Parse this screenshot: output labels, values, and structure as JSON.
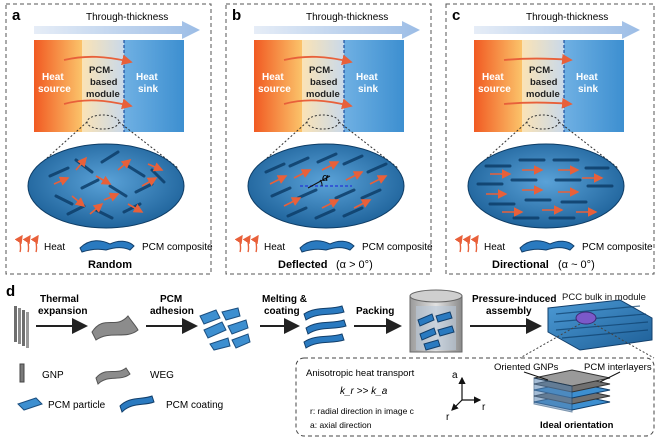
{
  "panels": [
    {
      "letter": "a",
      "arrow_label": "Through-thickness",
      "source": [
        "Heat",
        "source"
      ],
      "module": [
        "PCM-",
        "based",
        "module"
      ],
      "sink": [
        "Heat",
        "sink"
      ],
      "legend_heat": "Heat",
      "legend_pcm": "PCM composite",
      "caption": "Random",
      "caption_angle": ""
    },
    {
      "letter": "b",
      "arrow_label": "Through-thickness",
      "source": [
        "Heat",
        "source"
      ],
      "module": [
        "PCM-",
        "based",
        "module"
      ],
      "sink": [
        "Heat",
        "sink"
      ],
      "legend_heat": "Heat",
      "legend_pcm": "PCM composite",
      "caption": "Deflected",
      "caption_angle": "(α > 0°)",
      "alpha_symbol": "α"
    },
    {
      "letter": "c",
      "arrow_label": "Through-thickness",
      "source": [
        "Heat",
        "source"
      ],
      "module": [
        "PCM-",
        "based",
        "module"
      ],
      "sink": [
        "Heat",
        "sink"
      ],
      "legend_heat": "Heat",
      "legend_pcm": "PCM composite",
      "caption": "Directional",
      "caption_angle": "(α ~ 0°)"
    }
  ],
  "process": {
    "letter": "d",
    "steps": [
      [
        "Thermal",
        "expansion"
      ],
      [
        "PCM",
        "adhesion"
      ],
      [
        "Melting &",
        "coating"
      ],
      [
        "Packing"
      ],
      [
        "Pressure-induced",
        "assembly"
      ]
    ],
    "bulk_label": "PCC bulk in module",
    "legend": [
      "GNP",
      "WEG",
      "PCM particle",
      "PCM coating"
    ],
    "transport_title": "Anisotropic heat transport",
    "transport_relation": "k_r >> k_a",
    "transport_notes": [
      "r: radial direction in image c",
      "a: axial direction"
    ],
    "axes": {
      "a": "a",
      "r1": "r",
      "r2": "r"
    },
    "oriented_label": "Oriented GNPs",
    "interlayer_label": "PCM interlayers",
    "ideal_label": "Ideal orientation"
  },
  "colors": {
    "heat_source": "#f26522",
    "module": "#d9d9d9",
    "sink": "#4a9bd6",
    "pcm": "#1e6fb0",
    "heat_arrow": "#e8603a",
    "through_arrow": "#a8c6ea"
  }
}
